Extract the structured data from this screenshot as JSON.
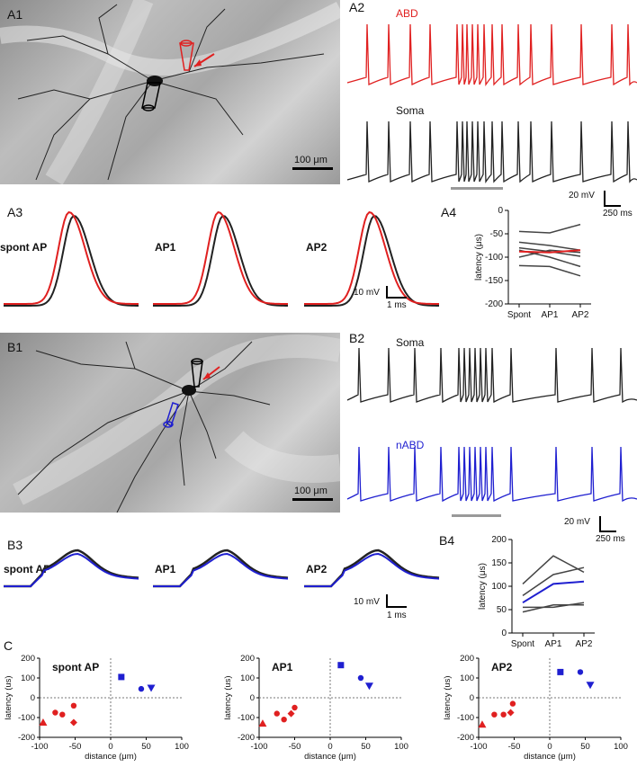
{
  "panels": {
    "A1": "A1",
    "A2": "A2",
    "A3": "A3",
    "A4": "A4",
    "B1": "B1",
    "B2": "B2",
    "B3": "B3",
    "B4": "B4",
    "C": "C"
  },
  "trace_labels": {
    "abd": "ABD",
    "soma_a": "Soma",
    "soma_b": "Soma",
    "nabd": "nABD"
  },
  "ap_labels": {
    "a_spont": "spont AP",
    "a_ap1": "AP1",
    "a_ap2": "AP2",
    "b_spont": "spont AP",
    "b_ap1": "AP1",
    "b_ap2": "AP2",
    "c_spont": "spont AP",
    "c_ap1": "AP1",
    "c_ap2": "AP2"
  },
  "scale_bars": {
    "a1_um": "100 μm",
    "b1_um": "100 μm",
    "a2_mv": "20 mV",
    "a2_ms": "250 ms",
    "a3_mv": "10 mV",
    "a3_ms": "1 ms",
    "b2_mv": "20 mV",
    "b2_ms": "250 ms",
    "b3_mv": "10 mV",
    "b3_ms": "1 ms"
  },
  "colors": {
    "abd": "#e02020",
    "nabd": "#1f1fd0",
    "soma": "#222222",
    "gray_lines": "#444444"
  },
  "chart_data": [
    {
      "id": "A4",
      "type": "line",
      "ylabel": "latency (μs)",
      "categories": [
        "Spont",
        "AP1",
        "AP2"
      ],
      "ylim": [
        -200,
        0
      ],
      "yticks": [
        0,
        -50,
        -100,
        -150,
        -200
      ],
      "series": [
        {
          "values": [
            -45,
            -48,
            -30
          ]
        },
        {
          "values": [
            -68,
            -75,
            -85
          ]
        },
        {
          "values": [
            -80,
            -88,
            -98
          ]
        },
        {
          "values": [
            -85,
            -100,
            -120
          ]
        },
        {
          "values": [
            -100,
            -85,
            -90
          ]
        },
        {
          "values": [
            -118,
            -120,
            -140
          ]
        },
        {
          "values": [
            -88,
            -90,
            -85
          ],
          "highlight": "red"
        }
      ]
    },
    {
      "id": "B4",
      "type": "line",
      "ylabel": "latency (μs)",
      "categories": [
        "Spont",
        "AP1",
        "AP2"
      ],
      "ylim": [
        0,
        200
      ],
      "yticks": [
        0,
        50,
        100,
        150,
        200
      ],
      "series": [
        {
          "values": [
            105,
            165,
            130
          ]
        },
        {
          "values": [
            80,
            125,
            140
          ]
        },
        {
          "values": [
            55,
            55,
            65
          ]
        },
        {
          "values": [
            45,
            60,
            60
          ]
        },
        {
          "values": [
            65,
            105,
            110
          ],
          "highlight": "blue"
        }
      ]
    },
    {
      "id": "C-spont",
      "type": "scatter",
      "title": "spont AP",
      "xlabel": "distance (μm)",
      "ylabel": "latency (us)",
      "xlim": [
        -100,
        100
      ],
      "ylim": [
        -200,
        200
      ],
      "xticks": [
        -100,
        -50,
        0,
        50,
        100
      ],
      "yticks": [
        200,
        100,
        0,
        -100,
        -200
      ],
      "points": [
        {
          "x": -95,
          "y": -125,
          "color": "red",
          "shape": "triangle"
        },
        {
          "x": -78,
          "y": -75,
          "color": "red",
          "shape": "circle"
        },
        {
          "x": -68,
          "y": -85,
          "color": "red",
          "shape": "circle"
        },
        {
          "x": -52,
          "y": -40,
          "color": "red",
          "shape": "circle"
        },
        {
          "x": -52,
          "y": -125,
          "color": "red",
          "shape": "diamond"
        },
        {
          "x": 15,
          "y": 105,
          "color": "blue",
          "shape": "square"
        },
        {
          "x": 43,
          "y": 45,
          "color": "blue",
          "shape": "circle"
        },
        {
          "x": 57,
          "y": 50,
          "color": "blue",
          "shape": "triangle-down"
        }
      ]
    },
    {
      "id": "C-AP1",
      "type": "scatter",
      "title": "AP1",
      "xlabel": "distance (μm)",
      "ylabel": "latency (us)",
      "xlim": [
        -100,
        100
      ],
      "ylim": [
        -200,
        200
      ],
      "xticks": [
        -100,
        -50,
        0,
        50,
        100
      ],
      "yticks": [
        200,
        100,
        0,
        -100,
        -200
      ],
      "points": [
        {
          "x": -95,
          "y": -130,
          "color": "red",
          "shape": "triangle"
        },
        {
          "x": -75,
          "y": -80,
          "color": "red",
          "shape": "circle"
        },
        {
          "x": -65,
          "y": -110,
          "color": "red",
          "shape": "circle"
        },
        {
          "x": -50,
          "y": -50,
          "color": "red",
          "shape": "circle"
        },
        {
          "x": -55,
          "y": -80,
          "color": "red",
          "shape": "diamond"
        },
        {
          "x": 15,
          "y": 165,
          "color": "blue",
          "shape": "square"
        },
        {
          "x": 43,
          "y": 100,
          "color": "blue",
          "shape": "circle"
        },
        {
          "x": 55,
          "y": 60,
          "color": "blue",
          "shape": "triangle-down"
        }
      ]
    },
    {
      "id": "C-AP2",
      "type": "scatter",
      "title": "AP2",
      "xlabel": "distance (μm)",
      "ylabel": "latency (us)",
      "xlim": [
        -100,
        100
      ],
      "ylim": [
        -200,
        200
      ],
      "xticks": [
        -100,
        -50,
        0,
        50,
        100
      ],
      "yticks": [
        200,
        100,
        0,
        -100,
        -200
      ],
      "points": [
        {
          "x": -95,
          "y": -135,
          "color": "red",
          "shape": "triangle"
        },
        {
          "x": -78,
          "y": -85,
          "color": "red",
          "shape": "circle"
        },
        {
          "x": -65,
          "y": -85,
          "color": "red",
          "shape": "circle"
        },
        {
          "x": -52,
          "y": -30,
          "color": "red",
          "shape": "circle"
        },
        {
          "x": -55,
          "y": -75,
          "color": "red",
          "shape": "diamond"
        },
        {
          "x": 15,
          "y": 130,
          "color": "blue",
          "shape": "square"
        },
        {
          "x": 43,
          "y": 130,
          "color": "blue",
          "shape": "circle"
        },
        {
          "x": 57,
          "y": 65,
          "color": "blue",
          "shape": "triangle-down"
        }
      ]
    }
  ]
}
